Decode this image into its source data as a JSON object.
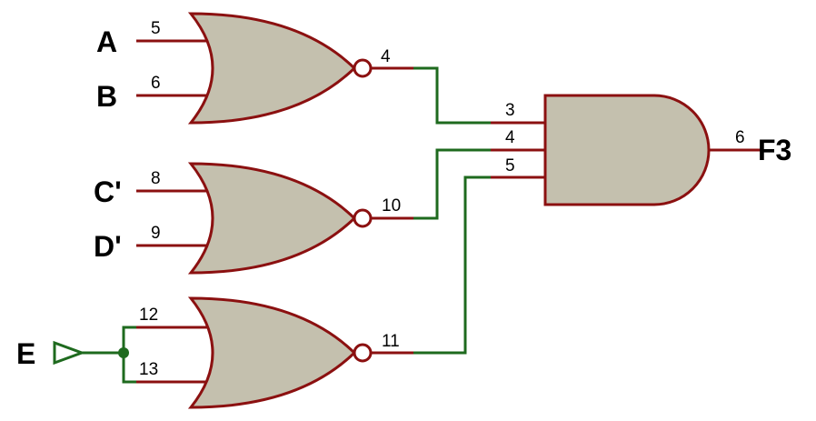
{
  "inputs": {
    "a": "A",
    "b": "B",
    "c": "C'",
    "d": "D'",
    "e": "E"
  },
  "output": "F3",
  "pins": {
    "g1_in_a": "5",
    "g1_in_b": "6",
    "g1_out": "4",
    "g2_in_c": "8",
    "g2_in_d": "9",
    "g2_out": "10",
    "g3_in_1": "12",
    "g3_in_2": "13",
    "g3_out": "11",
    "and_in_1": "3",
    "and_in_2": "4",
    "and_in_3": "5",
    "and_out": "6"
  },
  "colors": {
    "gate_fill": "#c4c0ae",
    "gate_stroke": "#8b1010",
    "wire": "#1e6a1e"
  }
}
